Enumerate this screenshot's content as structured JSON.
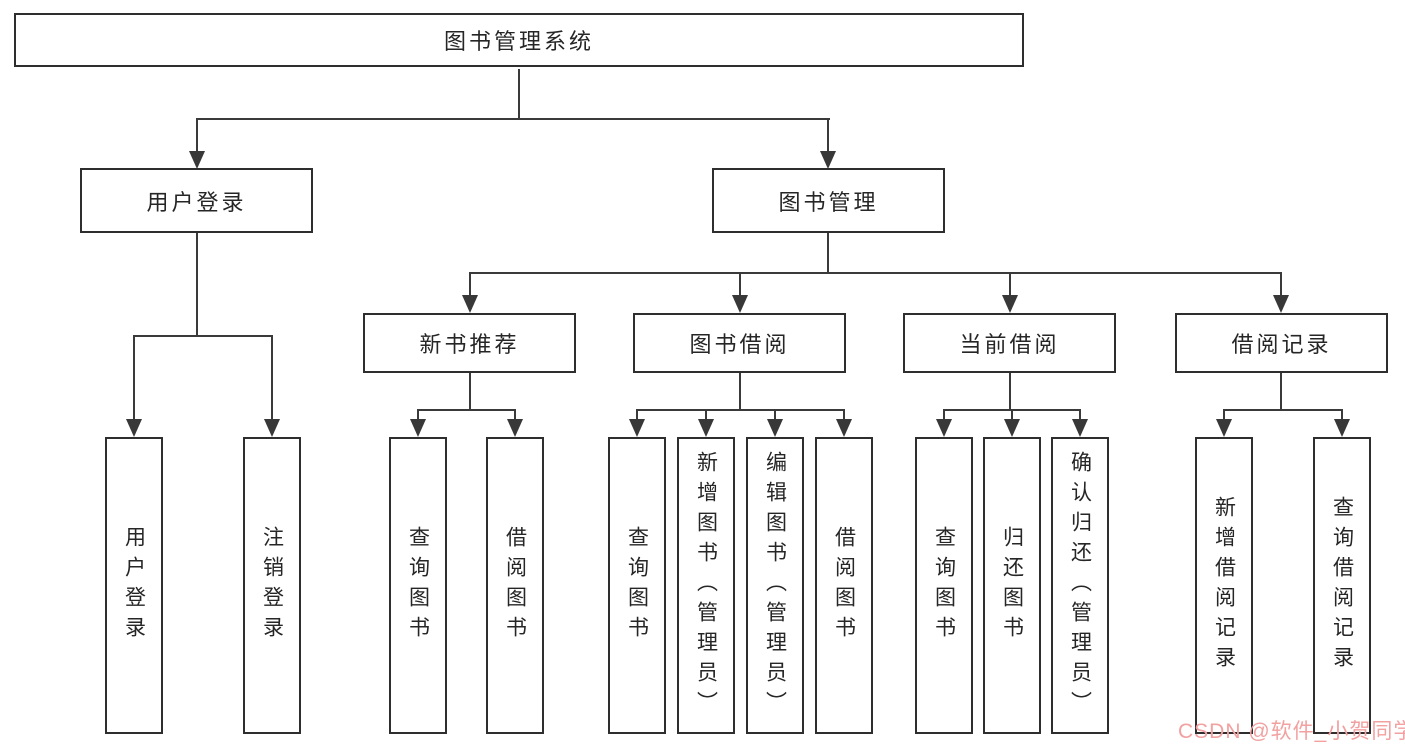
{
  "diagram": {
    "root": "图书管理系统",
    "user_login": {
      "label": "用户登录",
      "children": [
        "用户登录",
        "注销登录"
      ]
    },
    "book_mgmt": {
      "label": "图书管理",
      "sections": {
        "new_book": {
          "label": "新书推荐",
          "children": [
            "查询图书",
            "借阅图书"
          ]
        },
        "borrow": {
          "label": "图书借阅",
          "children": [
            "查询图书",
            "新增图书（管理员）",
            "编辑图书（管理员）",
            "借阅图书"
          ]
        },
        "current": {
          "label": "当前借阅",
          "children": [
            "查询图书",
            "归还图书",
            "确认归还（管理员）"
          ]
        },
        "records": {
          "label": "借阅记录",
          "children": [
            "新增借阅记录",
            "查询借阅记录"
          ]
        }
      }
    }
  },
  "colors": {
    "line": "#3a3a3a",
    "border": "#2e2e2e",
    "watermark": "#f2a1a1"
  },
  "watermark": {
    "text": "CSDN @软件_小贺同学"
  }
}
